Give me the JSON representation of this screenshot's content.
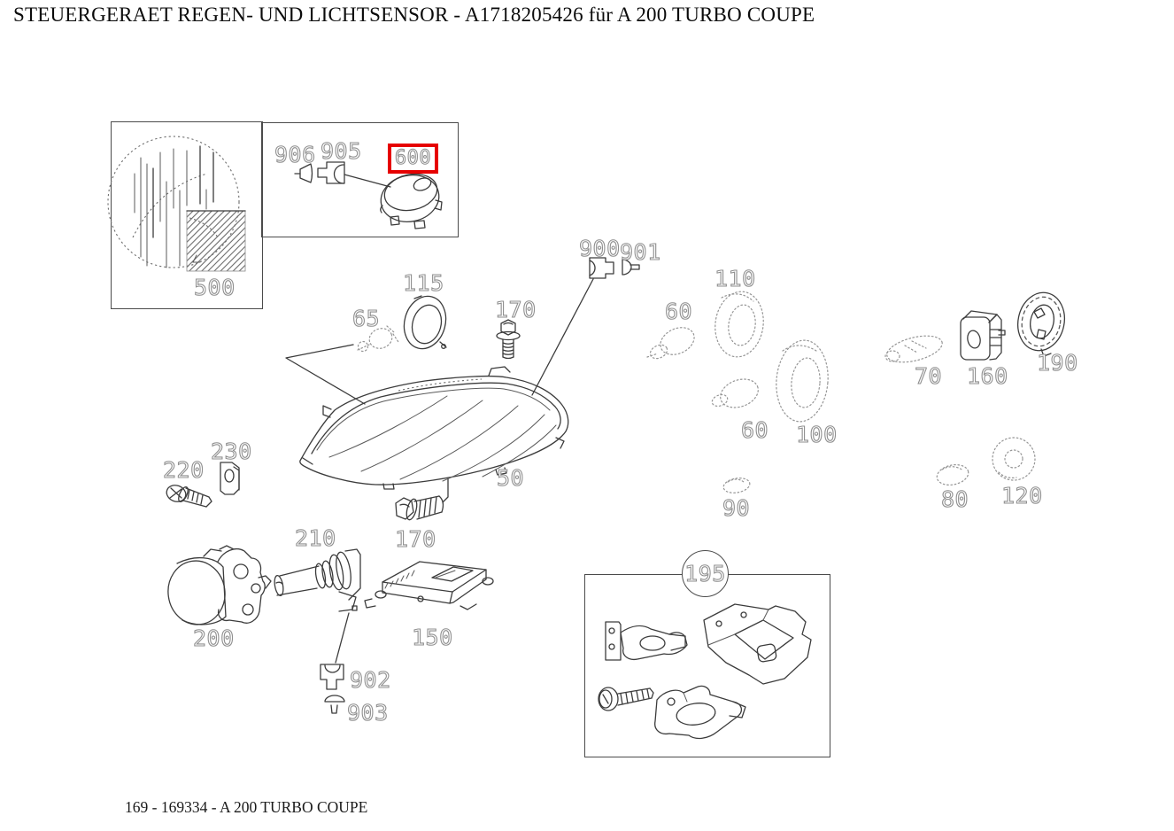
{
  "header": {
    "title": "STEUERGERAET REGEN- UND LICHTSENSOR - A1718205426 für A 200 TURBO COUPE"
  },
  "footer": {
    "caption": "169 - 169334 - A 200 TURBO COUPE"
  },
  "colors": {
    "highlight_red": "#e60000",
    "line_art": "#3c3c3c",
    "label_outline": "#8f8f8f"
  },
  "highlighted_part": {
    "label": "600"
  },
  "labels": [
    {
      "text": "500"
    },
    {
      "text": "906"
    },
    {
      "text": "905"
    },
    {
      "text": "900"
    },
    {
      "text": "901"
    },
    {
      "text": "115"
    },
    {
      "text": "65"
    },
    {
      "text": "170"
    },
    {
      "text": "50"
    },
    {
      "text": "60"
    },
    {
      "text": "110"
    },
    {
      "text": "60"
    },
    {
      "text": "100"
    },
    {
      "text": "90"
    },
    {
      "text": "70"
    },
    {
      "text": "160"
    },
    {
      "text": "190"
    },
    {
      "text": "80"
    },
    {
      "text": "120"
    },
    {
      "text": "220"
    },
    {
      "text": "230"
    },
    {
      "text": "200"
    },
    {
      "text": "210"
    },
    {
      "text": "170"
    },
    {
      "text": "150"
    },
    {
      "text": "902"
    },
    {
      "text": "903"
    },
    {
      "text": "195"
    }
  ]
}
